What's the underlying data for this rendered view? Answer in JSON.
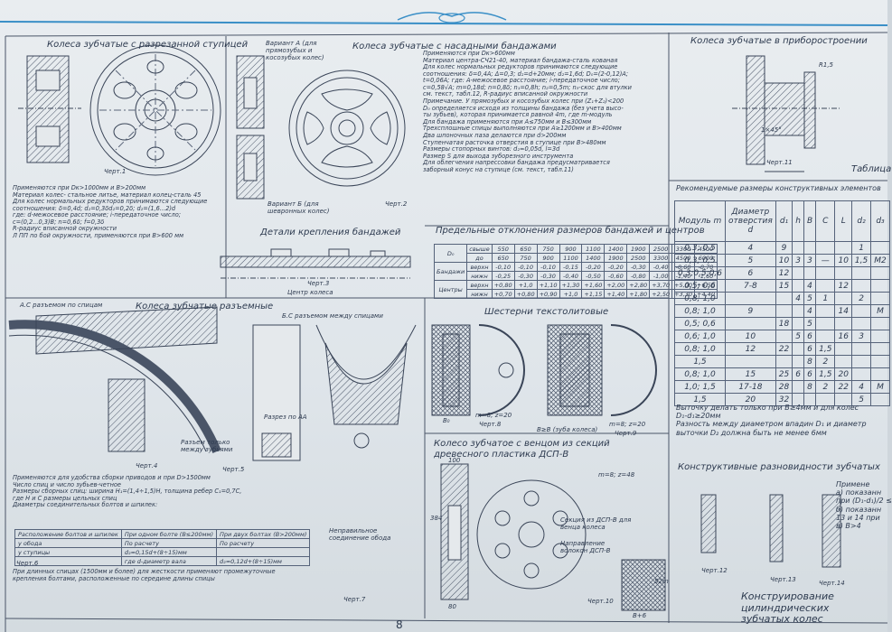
{
  "sections": {
    "split_hub": {
      "title": "Колеса зубчатые с разрезанной ступицей",
      "chert_label": "Черт.1",
      "notes": [
        "Применяются при Dк>1000мм и В>200мм",
        "Материал колес- стальное литье, материал колец-сталь 45",
        "Для колес нормальных редукторов принимаются следующие",
        "соотношения: δ=0,4d; d₂=0,3δd₂=0,2δ; d₂=(1,6...2)d",
        "где: d-межосевое расстояние; i-передаточное число;",
        "c=(0,2...0,3)В; n=0,6δ; f=0,3δ",
        "R-радиус вписанной окружности",
        "Л ПП по бой окружности, применяются при В>600 мм"
      ]
    },
    "banded": {
      "title": "Колеса зубчатые с насадными бандажами",
      "variant_a": "Вариант А (для прямозубых и косозубых колес)",
      "variant_b": "Вариант Б (для шевронных колес)",
      "chert_label": "Черт.2",
      "notes": [
        "Применяются при Dк>600мм",
        "Материал центра-СЧ21-40, материал бандажа-сталь кованая",
        "Для колес нормальных редукторов принимаются следующие",
        "соотношения: δ=0,4А; Δ=0,3; d₂=d+20мм; d₂=1,6d; D₀=(2-0,12)А;",
        "t=0,06А; где: А-межосевое расстояние; i-передаточное число;",
        "c=0,58√А; m=0,18d; n=0,8δ; n₁=0,8h; n₂=0,5m; n₃-скос для втулки",
        "см. текст, табл.12, R-радиус вписанной окружности",
        "Примечание. У прямозубых и косозубых колес при (Z₁+Z₂)<200",
        "D₀ определяется исходя из толщины бандажа (без учета высо-",
        "ты зубьев), которая принимается равной 4m, где m-модуль",
        "Для бандажа применяются при А≤750мм и В≤300мм",
        "Трехсплошные спицы выполняются при А≥1200мм и В>400мм",
        "Два шпоночных паза делаются при d>200мм",
        "Ступенчатая расточка отверстия в ступице при В>480мм",
        "Размеры стопорных винтов: d₂≈0,05d, l=3d",
        "Размер S для выхода зуборезного инструмента",
        "Для облегчения напрессовки бандажа предусматривается",
        "заборный конус на ступице (см. текст, табл.11)"
      ]
    },
    "fastening": {
      "title": "Детали крепления бандажей",
      "chert_label": "Черт.3",
      "center_label": "Центр колеса"
    },
    "tolerance": {
      "title": "Предельные отклонения размеров бандажей и центров",
      "d0_label": "D₀",
      "row_labels": [
        "свыше",
        "до"
      ],
      "d_from": [
        "550",
        "650",
        "750",
        "900",
        "1100",
        "1400",
        "1900",
        "2500",
        "3300",
        "4500"
      ],
      "d_to": [
        "650",
        "750",
        "900",
        "1100",
        "1400",
        "1900",
        "2500",
        "3300",
        "4500",
        "6000"
      ],
      "group_bandage": "Бандажи",
      "group_center": "Центры",
      "sub_upper": "верхн",
      "sub_lower": "нижн",
      "bandage_upper": [
        "-0,10",
        "-0,10",
        "-0,10",
        "-0,15",
        "-0,20",
        "-0,20",
        "-0,30",
        "-0,40",
        "-0,60",
        "-0,70"
      ],
      "bandage_lower": [
        "-0,25",
        "-0,30",
        "-0,30",
        "-0,40",
        "-0,50",
        "-0,60",
        "-0,80",
        "-1,00",
        "-1,40",
        "-1,60"
      ],
      "center_upper": [
        "+0,80",
        "+1,0",
        "+1,10",
        "+1,30",
        "+1,60",
        "+2,00",
        "+2,80",
        "+3,70",
        "+5,00",
        "+6,50"
      ],
      "center_lower": [
        "+0,70",
        "+0,80",
        "+0,90",
        "+1,0",
        "+1,15",
        "+1,40",
        "+1,80",
        "+2,50",
        "+3,30",
        "+4,40"
      ]
    },
    "instrument": {
      "title": "Колеса зубчатые в приборостроении",
      "chert_label": "Черт.11",
      "r_label": "R1,5",
      "chamfer": "1×45°"
    },
    "rec_table": {
      "table_word": "Таблица",
      "title": "Рекомендуемые размеры конструктивных элементов",
      "headers": [
        "Модуль m",
        "Диаметр отверстия d",
        "d₁",
        "h",
        "B",
        "C",
        "L",
        "d₂",
        "d₃"
      ],
      "rows": [
        [
          "0,3; 0,5",
          "4",
          "9",
          "",
          "",
          "",
          "",
          "1",
          ""
        ],
        [
          "0,3; 0,5",
          "5",
          "10",
          "3",
          "3",
          "—",
          "10",
          "1,5",
          "M2"
        ],
        [
          "0,3;0,5;0,6",
          "6",
          "12",
          "",
          "",
          "",
          "",
          "",
          ""
        ],
        [
          "0,5; 0,6",
          "7-8",
          "15",
          "",
          "4",
          "",
          "12",
          "",
          ""
        ],
        [
          "0,8; 1,0",
          "",
          "",
          "4",
          "5",
          "1",
          "",
          "2",
          ""
        ],
        [
          "0,8; 1,0",
          "9",
          "",
          "",
          "4",
          "",
          "14",
          "",
          "M"
        ],
        [
          "0,5; 0,6",
          "",
          "18",
          "",
          "5",
          "",
          "",
          "",
          ""
        ],
        [
          "0,6; 1,0",
          "10",
          "",
          "5",
          "6",
          "",
          "16",
          "3",
          ""
        ],
        [
          "0,8; 1,0",
          "12",
          "22",
          "",
          "6",
          "1,5",
          "",
          "",
          ""
        ],
        [
          "1,5",
          "",
          "",
          "",
          "8",
          "2",
          "",
          "",
          ""
        ],
        [
          "0,8; 1,0",
          "15",
          "25",
          "6",
          "6",
          "1,5",
          "20",
          "",
          ""
        ],
        [
          "1,0; 1,5",
          "17-18",
          "28",
          "",
          "8",
          "2",
          "22",
          "4",
          "M"
        ],
        [
          "1,5",
          "20",
          "32",
          "",
          "",
          "",
          "",
          "5",
          ""
        ]
      ],
      "notes": [
        "Выточку делать только при В≥4мм и для колес",
        "D₁-d₁≥20мм",
        "Разность между диаметром впадин D₁ и диаметр",
        "выточки D₂ должна быть не менее 6мм"
      ]
    },
    "variety": {
      "title": "Конструктивные разновидности зубчатых",
      "notes": [
        "Примене",
        "а) показанн",
        "при (D₁-d₁)/2 ≤",
        "б) показанн",
        "13 и 14 при",
        "в) В>4"
      ],
      "chert_12": "Черт.12",
      "chert_13": "Черт.13",
      "chert_14": "Черт.14"
    },
    "split": {
      "title": "Колеса зубчатые разъемные",
      "label_a": "А.С разъемом по спицам",
      "label_b": "Б.С разъемом между спицами",
      "cut_label": "Разъем только между зубьями",
      "chert_4": "Черт.4",
      "chert_5": "Черт.5",
      "chert_6": "Черт.6",
      "section_label": "Разрез по АА",
      "notes": [
        "Применяются для удобства сборки приводов и при D>1500мм",
        "Число спиц и число зубьев-четное",
        "Размеры сборных спиц: ширина Н₁=(1,4÷1,5)Н, толщина ребер С₁=0,7С,",
        "где Н и С размеры цельных спиц",
        "Диаметры соединительных болтов и шпилек:",
        "При длинных спицах (1500мм и более) для жесткости применяют промежуточные",
        "крепления болтами, расположенные по середине длины спицы"
      ]
    },
    "bolts": {
      "headers": [
        "Расположение болтов и шпилек",
        "При одном болте (В≤200мм)",
        "При двух болтах (В>200мм)"
      ],
      "rows": [
        [
          "у обода",
          "По расчету",
          "По расчету"
        ],
        [
          "у ступицы",
          "d₂≈0,15d+(8÷15)мм",
          ""
        ],
        [
          "",
          "где d-диаметр вала",
          "d₂≈0,12d+(8÷15)мм"
        ]
      ]
    },
    "textolite": {
      "title": "Шестерни текстолитовые",
      "chert_8": "Черт.8",
      "chert_9": "Черт.9",
      "param_8": "m=8; z=20",
      "param_9": "m=8; z=20",
      "label_b0": "B₀",
      "label_b": "B≥B (зуба колеса)"
    },
    "dsp": {
      "title": "Колесо зубчатое с венцом из секций древесного пластика ДСП-В",
      "params": "m=8; z=48",
      "dim_100": "100",
      "dim_384": "384",
      "dim_80": "80",
      "dim_52": "52m",
      "dim_b6": "B+6",
      "section_label": "Секция из ДСП-В для венца колеса",
      "fiber_label": "Направление волокон ДСП-В",
      "joint_label": "Неправильное соединение обода",
      "chert_7": "Черт.7",
      "chert_10": "Черт.10"
    },
    "footer": {
      "page_number": "8",
      "bottom_title_1": "Конструирование",
      "bottom_title_2": "цилиндрических",
      "bottom_title_3": "зубчатых колес"
    }
  }
}
